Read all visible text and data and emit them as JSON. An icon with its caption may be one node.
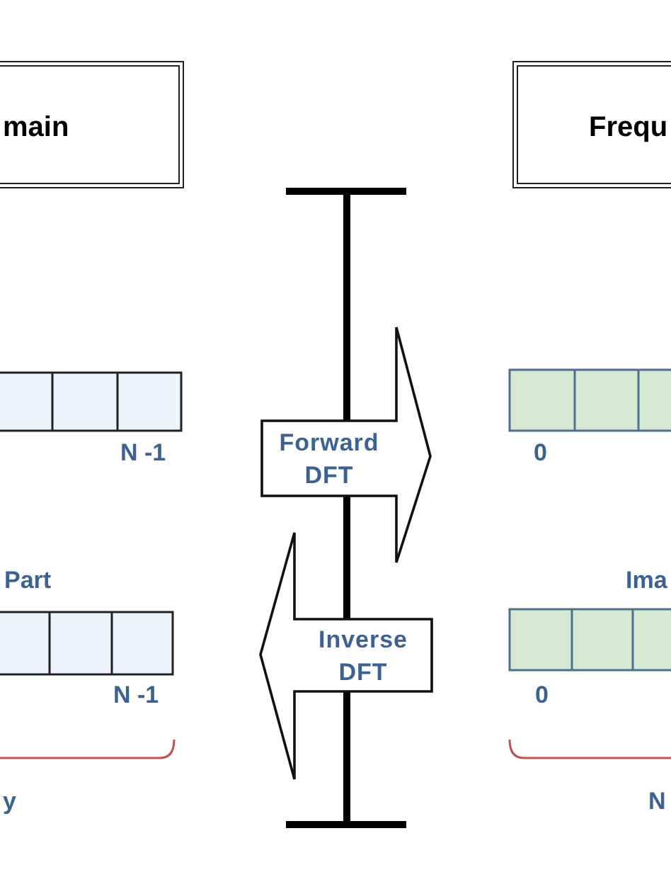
{
  "diagram": {
    "nodes": [
      {
        "text": [
          "main"
        ]
      },
      {
        "text": [
          "Frequ"
        ]
      },
      {
        "text": [
          "Forward DFT"
        ]
      },
      {
        "text": [
          "Inverse DFT"
        ]
      }
    ],
    "labels": [
      "N -1",
      "0",
      "Part",
      "Ima",
      "N -1",
      "0",
      "y",
      "N"
    ]
  }
}
